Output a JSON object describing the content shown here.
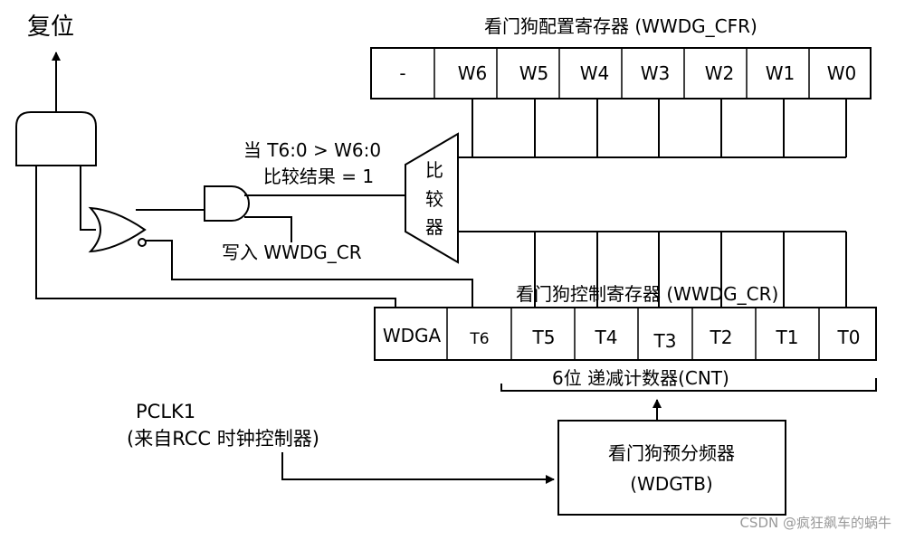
{
  "reset_label": "复位",
  "cfr": {
    "title": "看门狗配置寄存器 (WWDG_CFR)",
    "bits": [
      "-",
      "W6",
      "W5",
      "W4",
      "W3",
      "W2",
      "W1",
      "W0"
    ]
  },
  "cr": {
    "title": "看门狗控制寄存器 (WWDG_CR)",
    "bits": [
      "WDGA",
      "T6",
      "T5",
      "T4",
      "T3",
      "T2",
      "T1",
      "T0"
    ]
  },
  "comparator": {
    "chars": [
      "比",
      "较",
      "器"
    ]
  },
  "compare_condition": {
    "line1": "当 T6:0 > W6:0",
    "line2": "比较结果 = 1"
  },
  "write_label": "写入 WWDG_CR",
  "counter_label": "6位 递减计数器(CNT)",
  "clock": {
    "line1": "PCLK1",
    "line2": "(来自RCC 时钟控制器)"
  },
  "prescaler": {
    "line1": "看门狗预分频器",
    "line2": "(WDGTB)"
  },
  "watermark": "CSDN @疯狂飙车的蜗牛"
}
